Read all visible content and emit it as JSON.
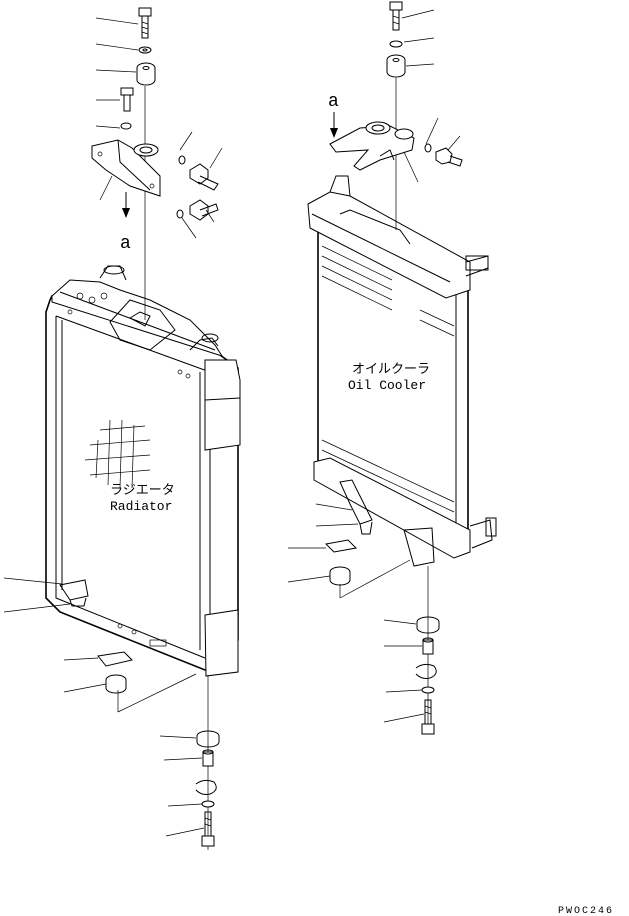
{
  "diagram": {
    "radiator": {
      "jp": "ラジエータ",
      "en": "Radiator"
    },
    "oil_cooler": {
      "jp": "オイルクーラ",
      "en": "Oil Cooler"
    },
    "view_marker_left": "a",
    "view_marker_right": "a",
    "drawing_code": "PWOC246"
  }
}
